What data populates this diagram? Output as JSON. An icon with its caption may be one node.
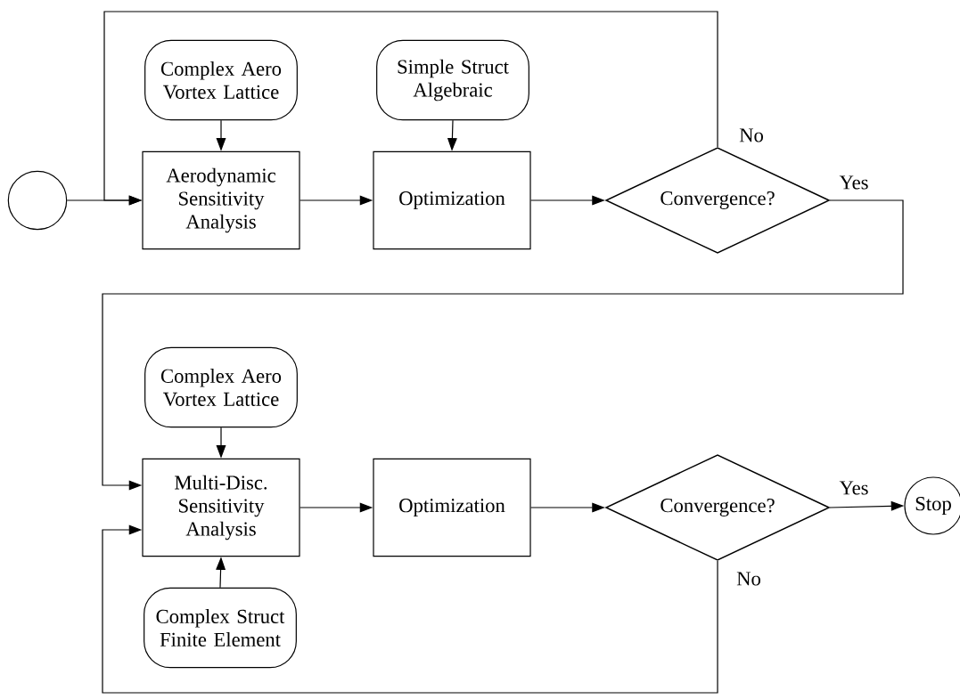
{
  "diagram": {
    "nodes": [
      {
        "text": [],
        "shape": "circle"
      },
      {
        "text": [
          "Complex Aero Vortex Lattice"
        ]
      },
      {
        "text": [
          "Simple Struct Algebraic"
        ]
      },
      {
        "text": [
          "Aerodynamic Sensitivity Analysis"
        ]
      },
      {
        "text": [
          "Optimization"
        ]
      },
      {
        "text": [
          "Convergence?"
        ]
      },
      {
        "text": [
          "Complex Aero Vortex Lattice"
        ]
      },
      {
        "text": [
          "Multi-Disc. Sensitivity Analysis"
        ]
      },
      {
        "text": [
          "Optimization"
        ]
      },
      {
        "text": [
          "Convergence?"
        ]
      },
      {
        "text": [
          "Stop"
        ]
      },
      {
        "text": [
          "Complex Struct Finite Element"
        ]
      }
    ],
    "edges": [
      {
        "from": 0,
        "to": 3,
        "arrow": "to"
      },
      {
        "from": 1,
        "to": 3,
        "arrow": "to"
      },
      {
        "from": 3,
        "to": 4,
        "arrow": "to"
      },
      {
        "from": 2,
        "to": 4,
        "arrow": "to"
      },
      {
        "from": 4,
        "to": 5,
        "arrow": "to"
      },
      {
        "from": 5,
        "to": 3,
        "arrow": "to",
        "label": "No"
      },
      {
        "from": 5,
        "to": 7,
        "arrow": "to",
        "label": "Yes"
      },
      {
        "from": 6,
        "to": 7,
        "arrow": "to"
      },
      {
        "from": 11,
        "to": 7,
        "arrow": "to"
      },
      {
        "from": 7,
        "to": 8,
        "arrow": "to"
      },
      {
        "from": 8,
        "to": 9,
        "arrow": "to"
      },
      {
        "from": 9,
        "to": 10,
        "arrow": "to",
        "label": "Yes"
      },
      {
        "from": 9,
        "to": 7,
        "arrow": "to",
        "label": "No"
      }
    ]
  }
}
